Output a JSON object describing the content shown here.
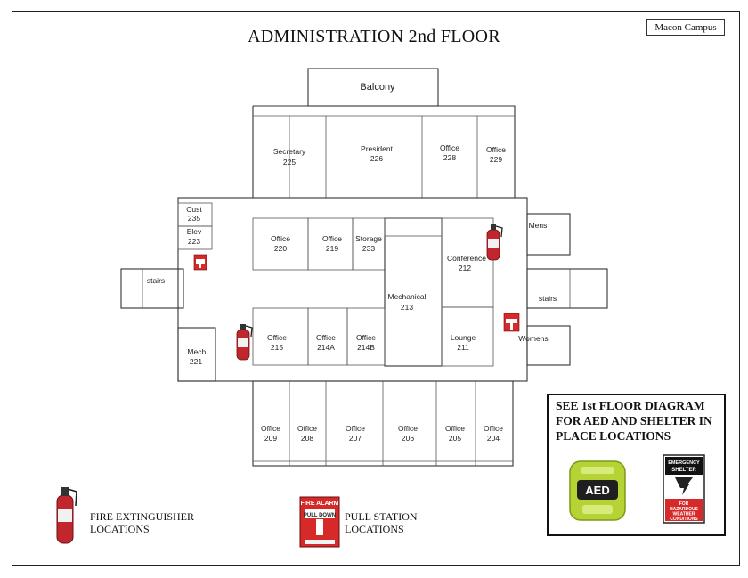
{
  "header": {
    "title": "ADMINISTRATION 2nd FLOOR",
    "campus": "Macon Campus"
  },
  "rooms": {
    "balcony": {
      "name": "Balcony"
    },
    "secretary": {
      "name": "Secretary",
      "number": "225"
    },
    "president": {
      "name": "President",
      "number": "226"
    },
    "office228": {
      "name": "Office",
      "number": "228"
    },
    "office229": {
      "name": "Office",
      "number": "229"
    },
    "cust": {
      "name": "Cust",
      "number": "235"
    },
    "elev": {
      "name": "Elev",
      "number": "223"
    },
    "office220": {
      "name": "Office",
      "number": "220"
    },
    "office219": {
      "name": "Office",
      "number": "219"
    },
    "storage": {
      "name": "Storage",
      "number": "233"
    },
    "conference": {
      "name": "Conference",
      "number": "212"
    },
    "mens": {
      "name": "Mens"
    },
    "stairs_left": {
      "name": "stairs"
    },
    "stairs_right": {
      "name": "stairs"
    },
    "mechanical": {
      "name": "Mechanical",
      "number": "213"
    },
    "mech221": {
      "name": "Mech.",
      "number": "221"
    },
    "office215": {
      "name": "Office",
      "number": "215"
    },
    "office214a": {
      "name": "Office",
      "number": "214A"
    },
    "office214b": {
      "name": "Office",
      "number": "214B"
    },
    "lounge": {
      "name": "Lounge",
      "number": "211"
    },
    "womens": {
      "name": "Womens"
    },
    "office209": {
      "name": "Office",
      "number": "209"
    },
    "office208": {
      "name": "Office",
      "number": "208"
    },
    "office207": {
      "name": "Office",
      "number": "207"
    },
    "office206": {
      "name": "Office",
      "number": "206"
    },
    "office205": {
      "name": "Office",
      "number": "205"
    },
    "office204": {
      "name": "Office",
      "number": "204"
    }
  },
  "notice": {
    "text": "SEE 1st FLOOR DIAGRAM FOR AED AND SHELTER IN PLACE LOCATIONS",
    "aed_label": "AED",
    "shelter_sign": {
      "line1": "EMERGENCY",
      "line2": "SHELTER",
      "line3": "FOR",
      "line4": "HAZARDOUS",
      "line5": "WEATHER",
      "line6": "CONDITIONS"
    }
  },
  "legend": {
    "extinguisher_line1": "FIRE EXTINGUISHER",
    "extinguisher_line2": "LOCATIONS",
    "pull_line1": "PULL STATION",
    "pull_line2": "LOCATIONS",
    "pull_sign_top": "FIRE ALARM",
    "pull_sign_mid": "PULL DOWN"
  },
  "colors": {
    "extinguisher_red": "#c0262b",
    "pull_station_red": "#d62a2a",
    "aed_green": "#b5d334",
    "line": "#333333"
  }
}
